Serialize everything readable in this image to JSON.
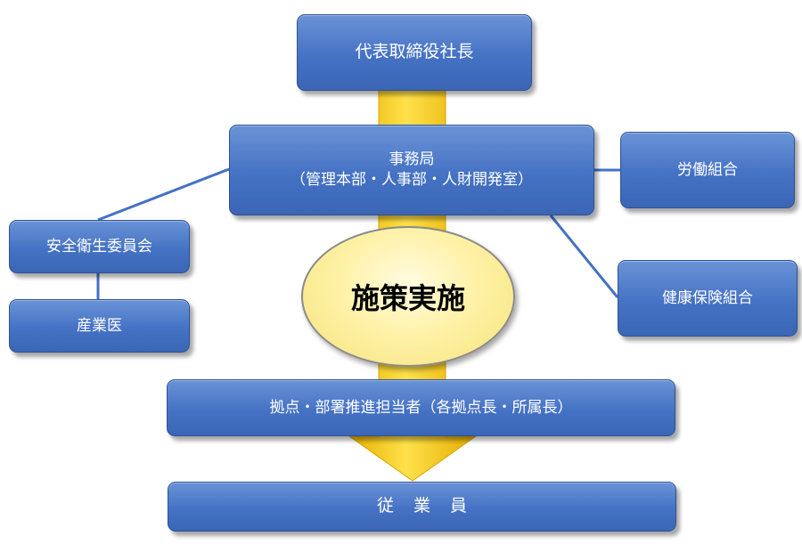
{
  "diagram": {
    "nodes": {
      "ceo": {
        "label": "代表取締役社長"
      },
      "office": {
        "label": "事務局",
        "sublabel": "（管理本部・人事部・人財開発室）"
      },
      "union": {
        "label": "労働組合"
      },
      "health_insurance": {
        "label": "健康保険組合"
      },
      "safety_committee": {
        "label": "安全衛生委員会"
      },
      "industrial_doctor": {
        "label": "産業医"
      },
      "implementation": {
        "label": "施策実施"
      },
      "base_managers": {
        "label": "拠点・部署推進担当者（各拠点長・所属長）"
      },
      "employees": {
        "label": "従業員"
      }
    },
    "edges": [
      {
        "from": "ceo",
        "to": "employees",
        "style": "flow-arrow"
      },
      {
        "from": "office",
        "to": "union",
        "style": "line"
      },
      {
        "from": "office",
        "to": "health_insurance",
        "style": "line"
      },
      {
        "from": "office",
        "to": "safety_committee",
        "style": "line"
      },
      {
        "from": "safety_committee",
        "to": "industrial_doctor",
        "style": "line"
      }
    ],
    "colors": {
      "box_fill": "#4572c4",
      "box_border": "#2d5298",
      "box_text": "#ffffff",
      "arrow_fill": "#f6c400",
      "ellipse_fill": "#fff2a8",
      "connector": "#4472c4"
    }
  }
}
